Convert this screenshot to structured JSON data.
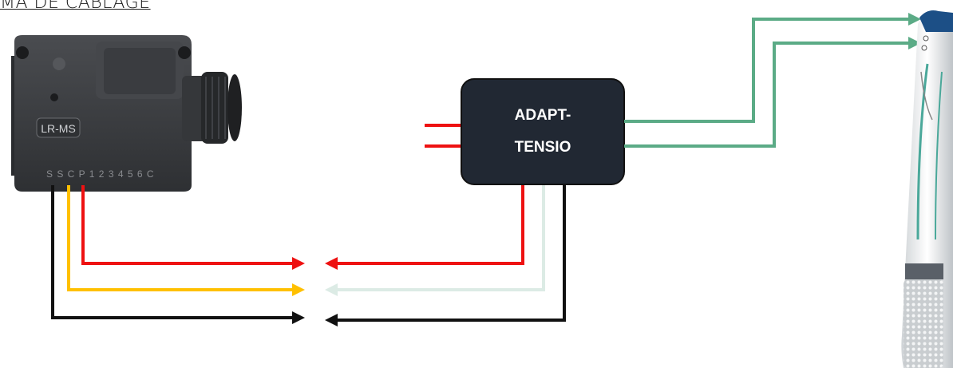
{
  "title": "MA DE CABLAGE",
  "controller": {
    "model_label": "LR-MS",
    "terminal_label": "S S C P 1 2 3 4 5 6 C"
  },
  "adapter": {
    "label_line1": "ADAPT-",
    "label_line2": "TENSIO"
  },
  "colors": {
    "red": "#ee1111",
    "yellow": "#ffc000",
    "black": "#111111",
    "pale": "#dcebe5",
    "green": "#5bab86",
    "adapter_fill": "#212833",
    "controller_body": "#3d3f43"
  }
}
